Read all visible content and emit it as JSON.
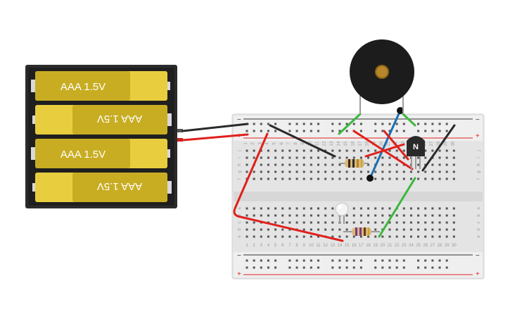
{
  "battery_pack": {
    "cells": [
      {
        "label": "AAA 1.5V",
        "flipped": false
      },
      {
        "label": "AAA 1.5V",
        "flipped": true
      },
      {
        "label": "AAA 1.5V",
        "flipped": false
      },
      {
        "label": "AAA 1.5V",
        "flipped": true
      }
    ]
  },
  "breadboard": {
    "column_numbers": [
      "1",
      "2",
      "3",
      "4",
      "5",
      "6",
      "7",
      "8",
      "9",
      "10",
      "11",
      "12",
      "13",
      "14",
      "15",
      "16",
      "17",
      "18",
      "19",
      "20",
      "21",
      "22",
      "23",
      "24",
      "25",
      "26",
      "27",
      "28",
      "29",
      "30"
    ],
    "row_labels_top": [
      "j",
      "i",
      "h",
      "g",
      "f"
    ],
    "row_labels_bottom": [
      "e",
      "d",
      "c",
      "b",
      "a"
    ],
    "rail_plus": "+",
    "rail_minus": "−"
  },
  "transistor": {
    "label": "N"
  },
  "colors": {
    "wire_black": "#2a2a2a",
    "wire_red": "#e0201c",
    "wire_green": "#3cb83c",
    "wire_blue": "#1a6fb5",
    "battery_yellow": "#e3cb3a",
    "battery_dark": "#c8ae22",
    "buzzer": "#1c1c1c"
  }
}
